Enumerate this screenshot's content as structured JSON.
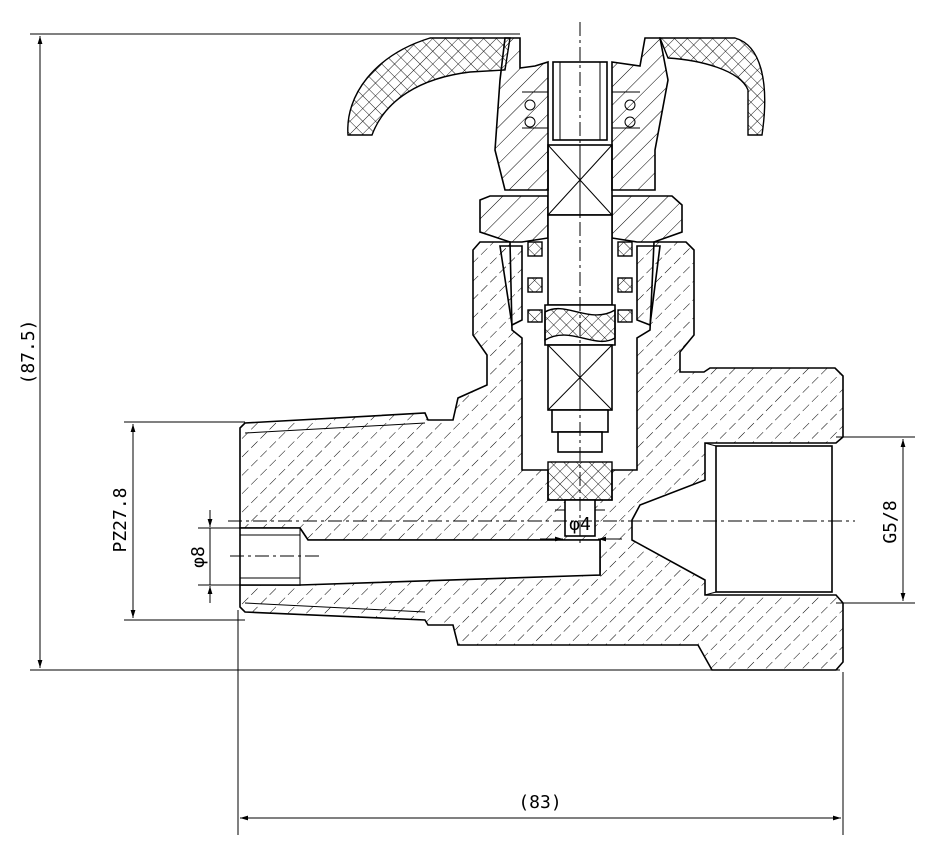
{
  "drawing": {
    "dimensions": {
      "height": "(87.5)",
      "width": "(83)",
      "thread_left": "PZ27.8",
      "bore_left": "φ8",
      "orifice": "φ4",
      "thread_right": "G5/8"
    }
  }
}
